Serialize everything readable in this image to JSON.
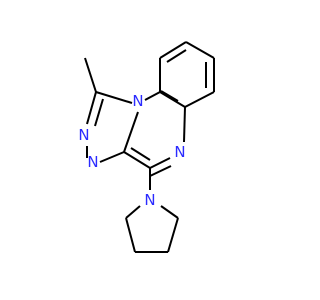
{
  "molecule": {
    "atoms": {
      "n_triazole_left": "N",
      "n_triazole_bottom": "N",
      "n_bridgehead": "N",
      "n_quinoxaline": "N",
      "n_pyrrolidine": "N"
    }
  },
  "colors": {
    "bond": "#000000",
    "nitrogen": "#2b2bff",
    "background": "#ffffff"
  }
}
